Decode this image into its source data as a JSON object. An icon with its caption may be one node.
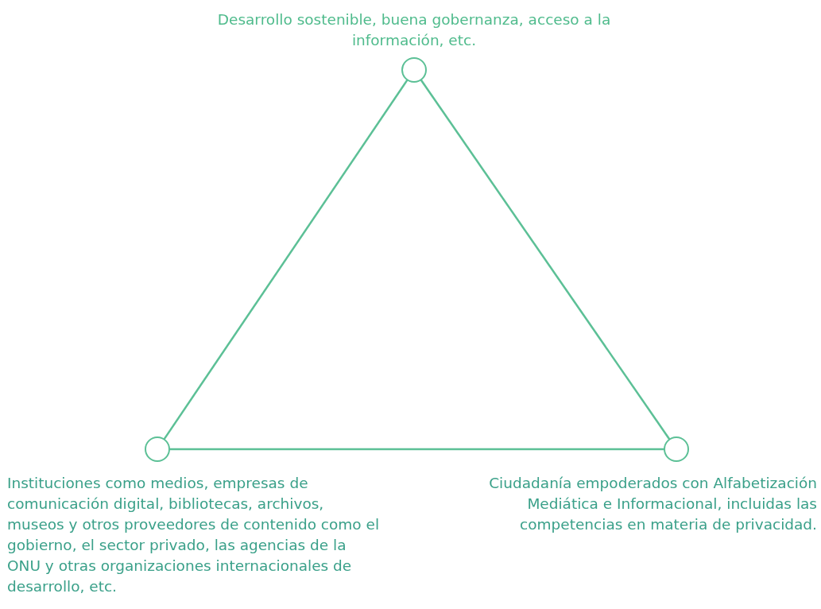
{
  "diagram": {
    "nodes": [
      {
        "text": [],
        "shape": "circle",
        "beside": [
          "Desarrollo sostenible, buena gobernanza, acceso a la información, etc."
        ]
      },
      {
        "text": [],
        "shape": "circle",
        "beside": [
          "Instituciones como medios, empresas de comunicación digital, bibliotecas, archivos, museos y otros proveedores de contenido como el gobierno, el sector privado, las agencias de la ONU y otras organizaciones internacionales de desarrollo, etc."
        ]
      },
      {
        "text": [],
        "shape": "circle",
        "beside": [
          "Ciudadanía empoderados con Alfabetización Mediática e Informacional, incluidas las competencias en materia de privacidad."
        ]
      }
    ],
    "edges": [
      {
        "from": 0,
        "to": 1,
        "arrow": "none"
      },
      {
        "from": 1,
        "to": 2,
        "arrow": "none"
      },
      {
        "from": 2,
        "to": 0,
        "arrow": "none"
      }
    ]
  }
}
